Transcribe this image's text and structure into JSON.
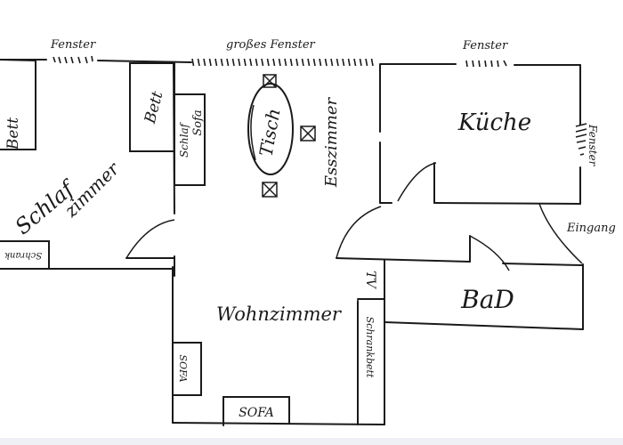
{
  "diagram": {
    "type": "hand-drawn floor plan",
    "colors": {
      "ink": "#1a1a1a",
      "paper": "#ffffff",
      "bottom_strip": "#eef0f5"
    },
    "rooms": {
      "schlafzimmer": {
        "label_line1": "Schlaf",
        "label_line2": "zimmer"
      },
      "esszimmer": {
        "label": "Esszimmer"
      },
      "kueche": {
        "label": "Küche"
      },
      "wohnzimmer": {
        "label": "Wohnzimmer"
      },
      "bad": {
        "label": "BaD"
      }
    },
    "windows": {
      "schlafzimmer": "Fenster",
      "esszimmer": "großes Fenster",
      "kueche_top": "Fenster",
      "kueche_right": "Fenster"
    },
    "furniture": {
      "bett_left": "Bett",
      "bett_right": "Bett",
      "schlafsofa_line1": "Schlaf",
      "schlafsofa_line2": "Sofa",
      "schrank_left": "Schrank",
      "tisch": "Tisch",
      "sofa_left": "SOFA",
      "sofa_bottom": "SOFA",
      "tv": "TV",
      "schrankbett": "Schrankbett"
    },
    "entrance": {
      "label": "Eingang"
    }
  }
}
